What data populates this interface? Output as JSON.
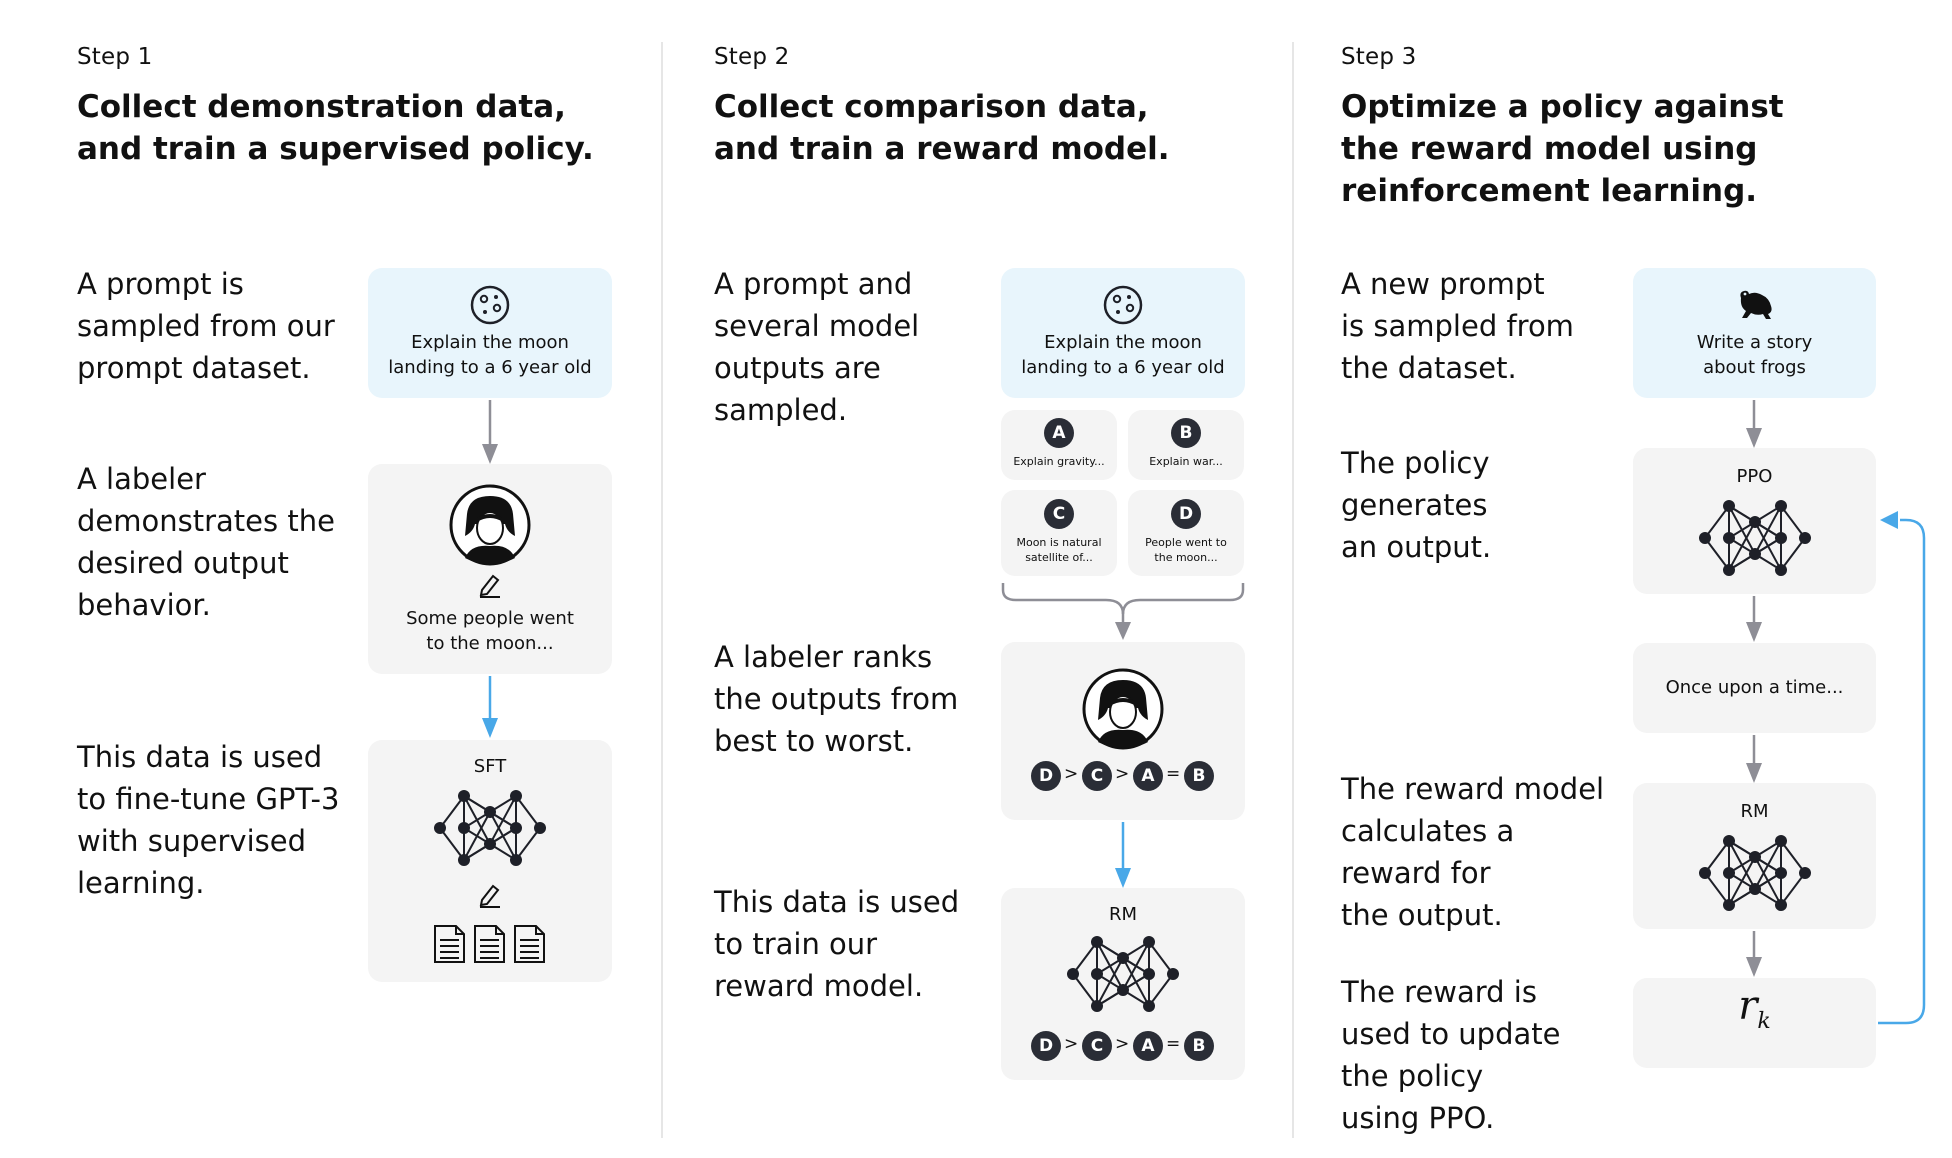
{
  "step1": {
    "label": "Step 1",
    "title1": "Collect demonstration data,",
    "title2": "and train a supervised policy.",
    "desc1": [
      "A prompt is",
      "sampled from our",
      "prompt dataset."
    ],
    "desc2": [
      "A labeler",
      "demonstrates the",
      "desired output",
      "behavior."
    ],
    "desc3": [
      "This data is used",
      "to fine-tune GPT-3",
      "with supervised",
      "learning."
    ],
    "prompt_box": [
      "Explain the moon",
      "landing to a 6 year old"
    ],
    "demo_box": [
      "Some people went",
      "to the moon..."
    ],
    "model_label": "SFT"
  },
  "step2": {
    "label": "Step 2",
    "title1": "Collect comparison data,",
    "title2": "and train a reward model.",
    "desc1": [
      "A prompt and",
      "several model",
      "outputs are",
      "sampled."
    ],
    "desc2": [
      "A labeler ranks",
      "the outputs from",
      "best to worst."
    ],
    "desc3": [
      "This data is used",
      "to train our",
      "reward model."
    ],
    "prompt_box": [
      "Explain the moon",
      "landing to a 6 year old"
    ],
    "outputs": [
      {
        "letter": "A",
        "lines": [
          "Explain gravity..."
        ]
      },
      {
        "letter": "B",
        "lines": [
          "Explain war..."
        ]
      },
      {
        "letter": "C",
        "lines": [
          "Moon is natural",
          "satellite of..."
        ]
      },
      {
        "letter": "D",
        "lines": [
          "People went to",
          "the moon..."
        ]
      }
    ],
    "ranking": {
      "items": [
        "D",
        "C",
        "A",
        "B"
      ],
      "ops": [
        ">",
        ">",
        "="
      ]
    },
    "model_label": "RM"
  },
  "step3": {
    "label": "Step 3",
    "title1": "Optimize a policy against",
    "title2": "the reward model using",
    "title3": "reinforcement learning.",
    "desc1": [
      "A new prompt",
      "is sampled from",
      "the dataset."
    ],
    "desc2": [
      "The policy",
      "generates",
      "an output."
    ],
    "desc3": [
      "The reward model",
      "calculates a",
      "reward for",
      "the output."
    ],
    "desc4": [
      "The reward is",
      "used to update",
      "the policy",
      "using PPO."
    ],
    "prompt_box": [
      "Write a story",
      "about frogs"
    ],
    "policy_label": "PPO",
    "output_text": "Once upon a time...",
    "rm_label": "RM",
    "reward_symbol": "r",
    "reward_sub": "k"
  },
  "colors": {
    "blue_arrow": "#49a8e8",
    "gray_arrow": "#8e8e96",
    "dark": "#1e2028",
    "prompt_bg": "#e8f5fc",
    "box_bg": "#f4f4f4"
  }
}
